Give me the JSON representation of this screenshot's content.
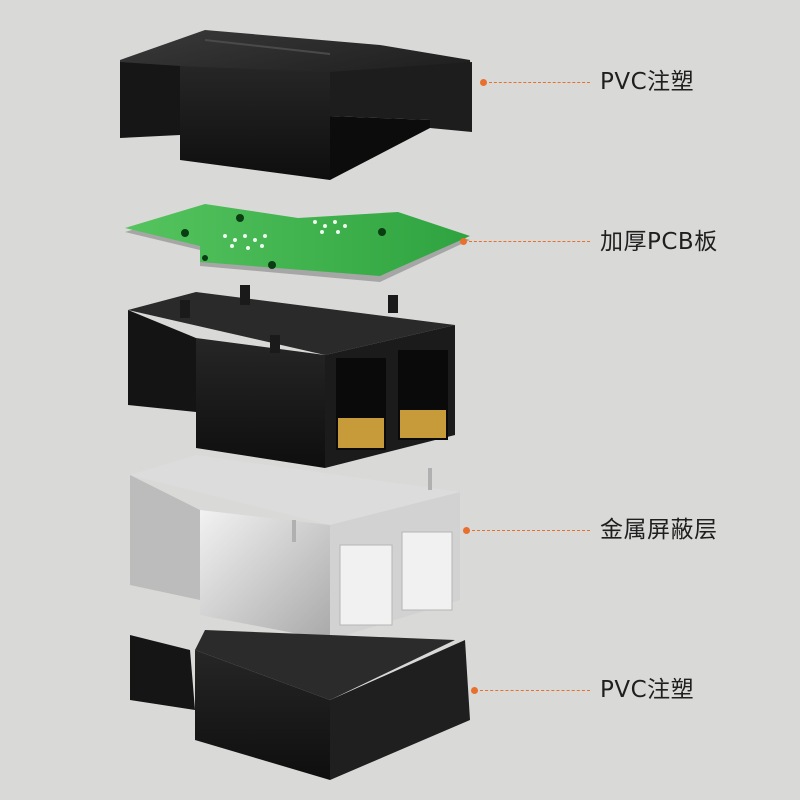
{
  "colors": {
    "background": "#d9d9d7",
    "leader_line": "#e8702e",
    "pvc_black": "#1c1c1c",
    "pcb_green": "#39b54a",
    "shield_metal": "#c9c9c9",
    "label_text": "#1f1f1f"
  },
  "layers": [
    {
      "label": "PVC注塑",
      "part": "top-pvc-shell"
    },
    {
      "label": "加厚PCB板",
      "part": "pcb-board"
    },
    {
      "label": "",
      "part": "rj45-jack-block"
    },
    {
      "label": "金属屏蔽层",
      "part": "metal-shield"
    },
    {
      "label": "PVC注塑",
      "part": "bottom-pvc-shell"
    }
  ]
}
